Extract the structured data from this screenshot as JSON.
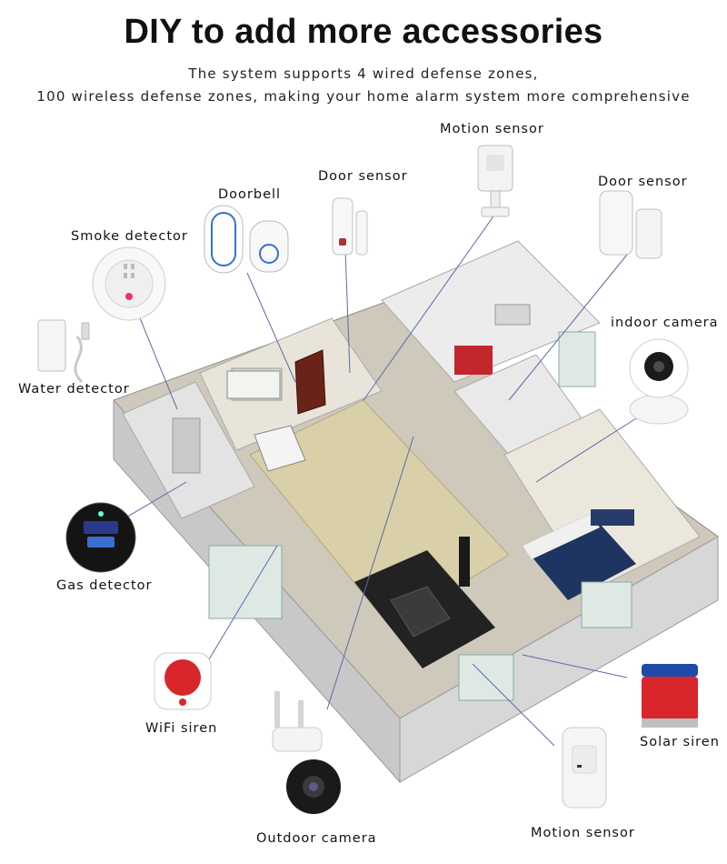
{
  "header": {
    "title": "DIY to add more accessories",
    "subtitle_line1": "The system supports 4 wired defense zones,",
    "subtitle_line2": "100 wireless defense zones, making your home alarm system more comprehensive"
  },
  "accessories": {
    "motion_sensor_top": "Motion sensor",
    "door_sensor_left": "Door sensor",
    "doorbell": "Doorbell",
    "door_sensor_right": "Door sensor",
    "smoke_detector": "Smoke detector",
    "indoor_camera": "indoor camera",
    "water_detector": "Water detector",
    "gas_detector": "Gas detector",
    "wifi_siren": "WiFi siren",
    "solar_siren": "Solar siren",
    "outdoor_camera": "Outdoor camera",
    "motion_sensor_bottom": "Motion sensor"
  },
  "colors": {
    "siren_red": "#d8262b",
    "solar_blue": "#1f4aa8",
    "floor_wood": "#d9cfa8",
    "wall": "#e9e6df",
    "bed_blue": "#1f3561",
    "door_brown": "#6a2317",
    "dark_rug": "#222222"
  }
}
